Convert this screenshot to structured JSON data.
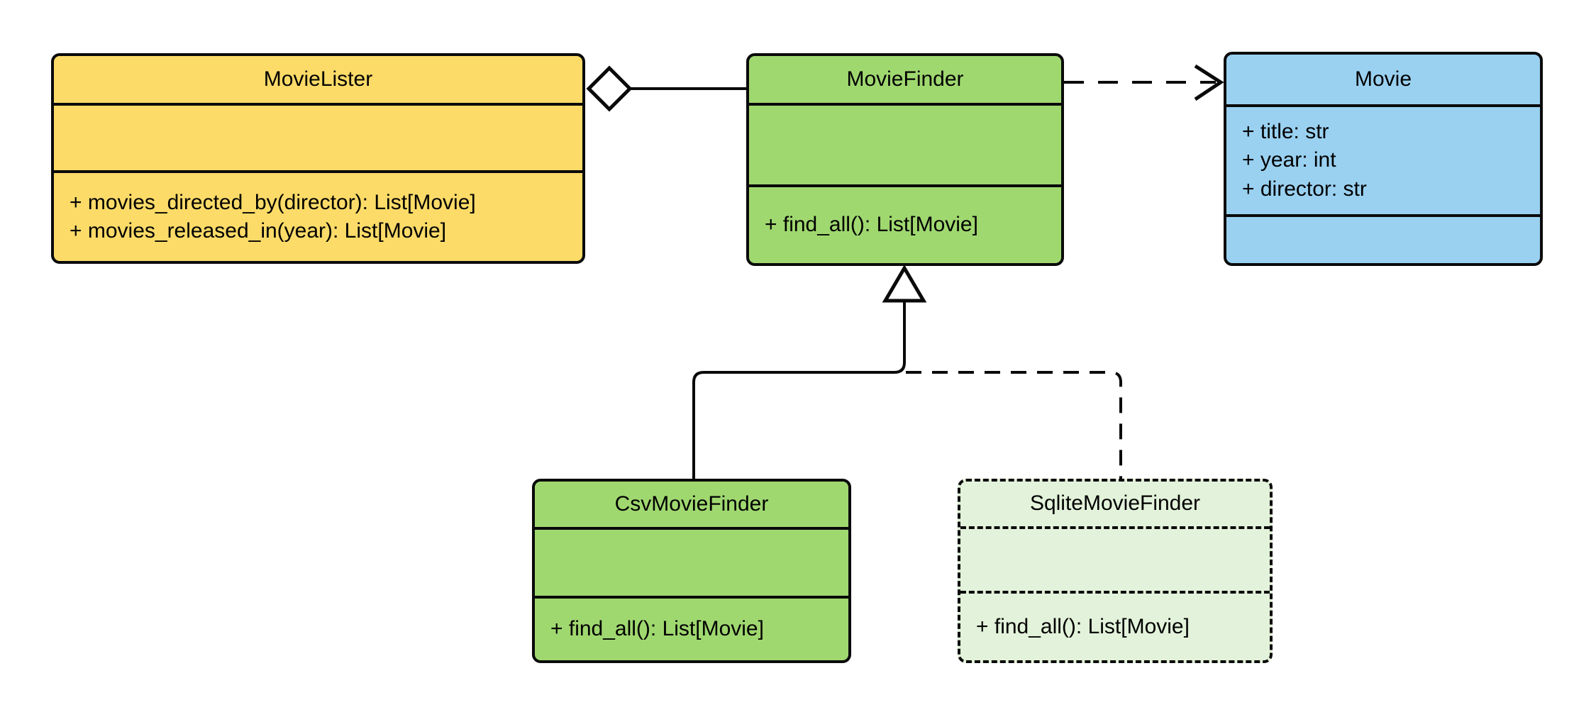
{
  "diagram": {
    "kind": "uml-class-diagram",
    "classes": [
      {
        "name": "MovieLister",
        "attributes": [],
        "methods": [
          "+ movies_directed_by(director): List[Movie]",
          "+ movies_released_in(year): List[Movie]"
        ],
        "fill": "yellow",
        "border": "solid"
      },
      {
        "name": "MovieFinder",
        "attributes": [],
        "methods": [
          "+ find_all(): List[Movie]"
        ],
        "fill": "green",
        "border": "solid"
      },
      {
        "name": "Movie",
        "attributes": [
          "+ title: str",
          "+ year: int",
          "+ director: str"
        ],
        "methods": [],
        "fill": "blue",
        "border": "solid"
      },
      {
        "name": "CsvMovieFinder",
        "attributes": [],
        "methods": [
          "+ find_all(): List[Movie]"
        ],
        "fill": "green",
        "border": "solid"
      },
      {
        "name": "SqliteMovieFinder",
        "attributes": [],
        "methods": [
          "+ find_all(): List[Movie]"
        ],
        "fill": "light_green",
        "border": "dashed"
      }
    ],
    "relationships": [
      {
        "type": "aggregation",
        "from": "MovieLister",
        "to": "MovieFinder",
        "line": "solid",
        "marker": "hollow-diamond-at-MovieLister"
      },
      {
        "type": "dependency",
        "from": "MovieFinder",
        "to": "Movie",
        "line": "dashed",
        "marker": "open-arrow-at-Movie"
      },
      {
        "type": "inheritance",
        "from": "CsvMovieFinder",
        "to": "MovieFinder",
        "line": "solid",
        "marker": "hollow-triangle-at-MovieFinder"
      },
      {
        "type": "realization",
        "from": "SqliteMovieFinder",
        "to": "MovieFinder",
        "line": "dashed",
        "marker": "hollow-triangle-at-MovieFinder"
      }
    ]
  },
  "colors": {
    "class_fill_yellow": "#FCDB68",
    "class_fill_green": "#A0D870",
    "class_fill_light_green": "#E3F2DA",
    "class_fill_blue": "#9AD1F1",
    "stroke": "#0A0A0A",
    "text": "#000000",
    "background": "#FFFFFF"
  }
}
